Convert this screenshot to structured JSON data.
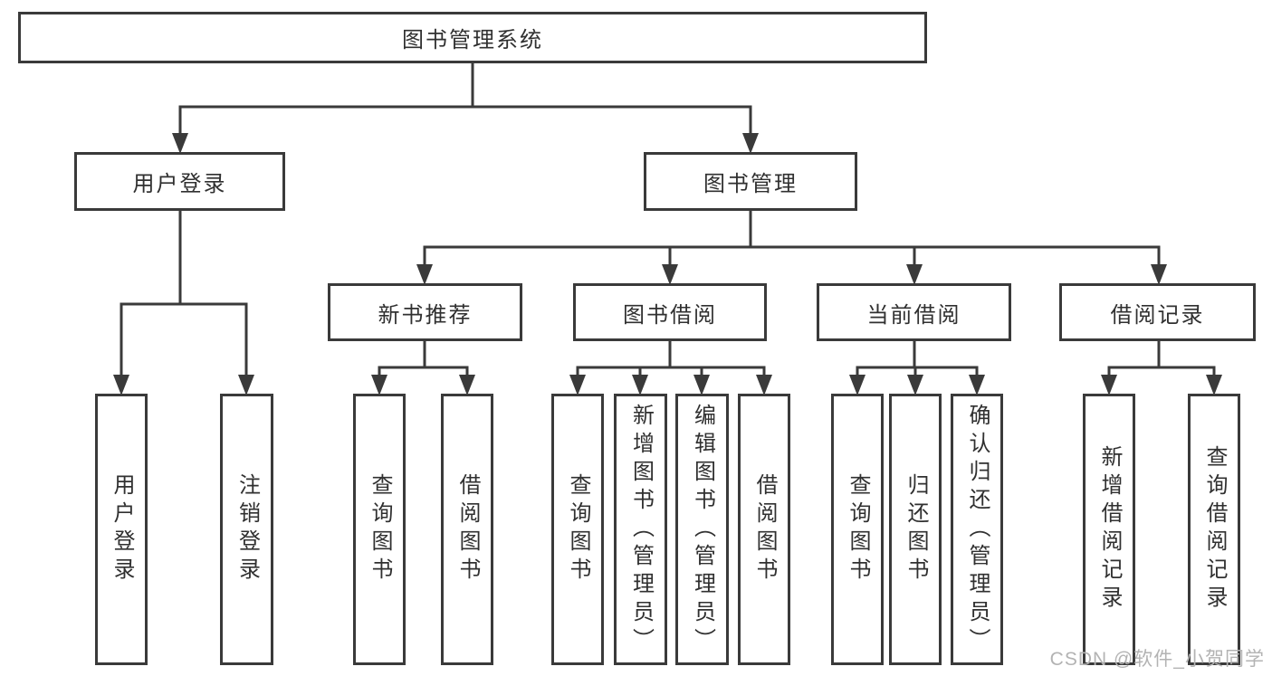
{
  "diagram": {
    "type": "hierarchy-tree",
    "colors": {
      "line": "#3a3a3a",
      "box_border": "#3a3a3a",
      "text": "#303030",
      "background": "#ffffff",
      "watermark": "#b3b3b3"
    },
    "tree": {
      "label": "图书管理系统",
      "children": [
        {
          "label": "用户登录",
          "children": [
            {
              "label": "用户登录"
            },
            {
              "label": "注销登录"
            }
          ]
        },
        {
          "label": "图书管理",
          "children": [
            {
              "label": "新书推荐",
              "children": [
                {
                  "label": "查询图书"
                },
                {
                  "label": "借阅图书"
                }
              ]
            },
            {
              "label": "图书借阅",
              "children": [
                {
                  "label": "查询图书"
                },
                {
                  "label": "新增图书（管理员）"
                },
                {
                  "label": "编辑图书（管理员）"
                },
                {
                  "label": "借阅图书"
                }
              ]
            },
            {
              "label": "当前借阅",
              "children": [
                {
                  "label": "查询图书"
                },
                {
                  "label": "归还图书"
                },
                {
                  "label": "确认归还（管理员）"
                }
              ]
            },
            {
              "label": "借阅记录",
              "children": [
                {
                  "label": "新增借阅记录"
                },
                {
                  "label": "查询借阅记录"
                }
              ]
            }
          ]
        }
      ]
    },
    "watermark": "CSDN @软件_小贺同学"
  }
}
